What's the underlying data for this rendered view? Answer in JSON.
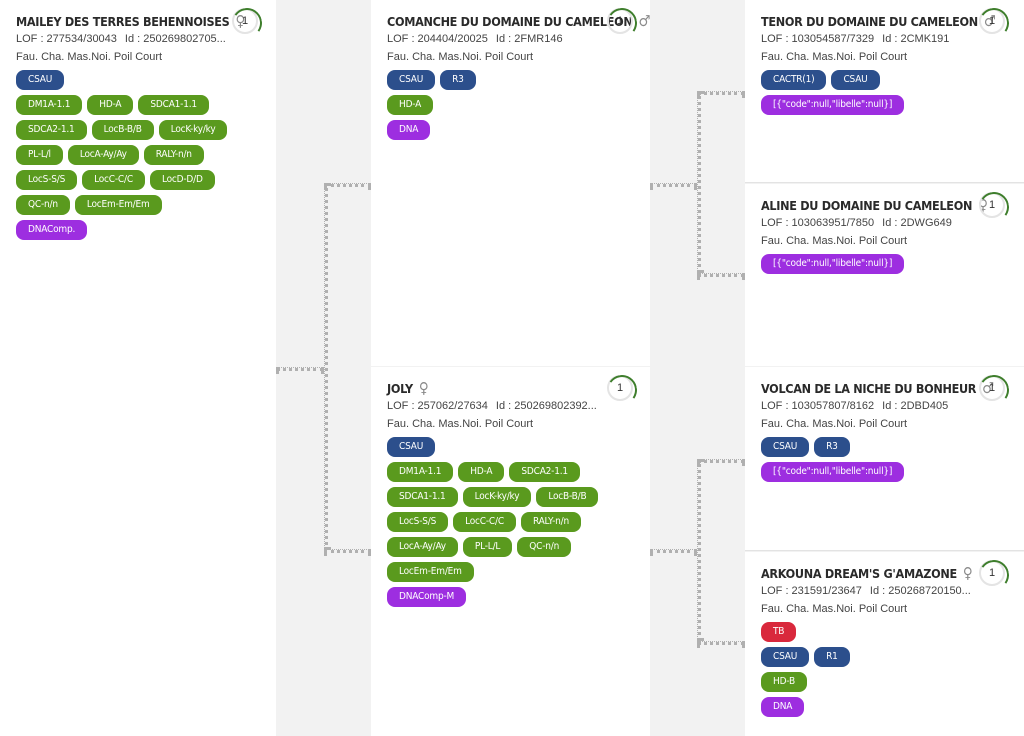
{
  "subject": {
    "name": "MAILEY DES TERRES BEHENNOISES",
    "sex": "♀",
    "lof": "LOF : 277534/30043",
    "id": "Id : 250269802705...",
    "desc": "Fau. Cha. Mas.Noi. Poil Court",
    "count": "1",
    "badge_rows": [
      [
        {
          "label": "CSAU",
          "color": "blue"
        }
      ],
      [
        {
          "label": "DM1A-1.1",
          "color": "green"
        },
        {
          "label": "HD-A",
          "color": "green"
        },
        {
          "label": "SDCA1-1.1",
          "color": "green"
        }
      ],
      [
        {
          "label": "SDCA2-1.1",
          "color": "green"
        },
        {
          "label": "LocB-B/B",
          "color": "green"
        },
        {
          "label": "LocK-ky/ky",
          "color": "green"
        }
      ],
      [
        {
          "label": "PL-L/l",
          "color": "green"
        },
        {
          "label": "LocA-Ay/Ay",
          "color": "green"
        },
        {
          "label": "RALY-n/n",
          "color": "green"
        }
      ],
      [
        {
          "label": "LocS-S/S",
          "color": "green"
        },
        {
          "label": "LocC-C/C",
          "color": "green"
        },
        {
          "label": "LocD-D/D",
          "color": "green"
        }
      ],
      [
        {
          "label": "QC-n/n",
          "color": "green"
        },
        {
          "label": "LocEm-Em/Em",
          "color": "green"
        }
      ],
      [
        {
          "label": "DNAComp.",
          "color": "purple"
        }
      ]
    ]
  },
  "sire": {
    "name": "COMANCHE DU DOMAINE DU CAMELEON",
    "sex": "♂",
    "lof": "LOF : 204404/20025",
    "id": "Id : 2FMR146",
    "desc": "Fau. Cha. Mas.Noi. Poil Court",
    "count": "1",
    "badge_rows": [
      [
        {
          "label": "CSAU",
          "color": "blue"
        },
        {
          "label": "R3",
          "color": "blue"
        }
      ],
      [
        {
          "label": "HD-A",
          "color": "green"
        }
      ],
      [
        {
          "label": "DNA",
          "color": "purple"
        }
      ]
    ]
  },
  "dam": {
    "name": "JOLY",
    "sex": "♀",
    "lof": "LOF : 257062/27634",
    "id": "Id : 250269802392...",
    "desc": "Fau. Cha. Mas.Noi. Poil Court",
    "count": "1",
    "badge_rows": [
      [
        {
          "label": "CSAU",
          "color": "blue"
        }
      ],
      [
        {
          "label": "DM1A-1.1",
          "color": "green"
        },
        {
          "label": "HD-A",
          "color": "green"
        },
        {
          "label": "SDCA2-1.1",
          "color": "green"
        }
      ],
      [
        {
          "label": "SDCA1-1.1",
          "color": "green"
        },
        {
          "label": "LocK-ky/ky",
          "color": "green"
        },
        {
          "label": "LocB-B/B",
          "color": "green"
        }
      ],
      [
        {
          "label": "LocS-S/S",
          "color": "green"
        },
        {
          "label": "LocC-C/C",
          "color": "green"
        },
        {
          "label": "RALY-n/n",
          "color": "green"
        }
      ],
      [
        {
          "label": "LocA-Ay/Ay",
          "color": "green"
        },
        {
          "label": "PL-L/L",
          "color": "green"
        },
        {
          "label": "QC-n/n",
          "color": "green"
        }
      ],
      [
        {
          "label": "LocEm-Em/Em",
          "color": "green"
        }
      ],
      [
        {
          "label": "DNAComp-M",
          "color": "purple"
        }
      ]
    ]
  },
  "sire_sire": {
    "name": "TENOR DU DOMAINE DU CAMELEON",
    "sex": "♂",
    "lof": "LOF : 103054587/7329",
    "id": "Id : 2CMK191",
    "desc": "Fau. Cha. Mas.Noi. Poil Court",
    "count": "1",
    "badge_rows": [
      [
        {
          "label": "CACTR(1)",
          "color": "blue"
        },
        {
          "label": "CSAU",
          "color": "blue"
        }
      ],
      [
        {
          "label": "[{\"code\":null,\"libelle\":null}]",
          "color": "purple"
        }
      ]
    ]
  },
  "sire_dam": {
    "name": "ALINE DU DOMAINE DU CAMELEON",
    "sex": "♀",
    "lof": "LOF : 103063951/7850",
    "id": "Id : 2DWG649",
    "desc": "Fau. Cha. Mas.Noi. Poil Court",
    "count": "1",
    "badge_rows": [
      [
        {
          "label": "[{\"code\":null,\"libelle\":null}]",
          "color": "purple"
        }
      ]
    ]
  },
  "dam_sire": {
    "name": "VOLCAN DE LA NICHE DU BONHEUR",
    "sex": "♂",
    "lof": "LOF : 103057807/8162",
    "id": "Id : 2DBD405",
    "desc": "Fau. Cha. Mas.Noi. Poil Court",
    "count": "1",
    "badge_rows": [
      [
        {
          "label": "CSAU",
          "color": "blue"
        },
        {
          "label": "R3",
          "color": "blue"
        }
      ],
      [
        {
          "label": "[{\"code\":null,\"libelle\":null}]",
          "color": "purple"
        }
      ]
    ]
  },
  "dam_dam": {
    "name": "ARKOUNA DREAM'S G'AMAZONE",
    "sex": "♀",
    "lof": "LOF : 231591/23647",
    "id": "Id : 250268720150...",
    "desc": "Fau. Cha. Mas.Noi. Poil Court",
    "count": "1",
    "badge_rows": [
      [
        {
          "label": "TB",
          "color": "red"
        }
      ],
      [
        {
          "label": "CSAU",
          "color": "blue"
        },
        {
          "label": "R1",
          "color": "blue"
        }
      ],
      [
        {
          "label": "HD-B",
          "color": "green"
        }
      ],
      [
        {
          "label": "DNA",
          "color": "purple"
        }
      ]
    ]
  }
}
